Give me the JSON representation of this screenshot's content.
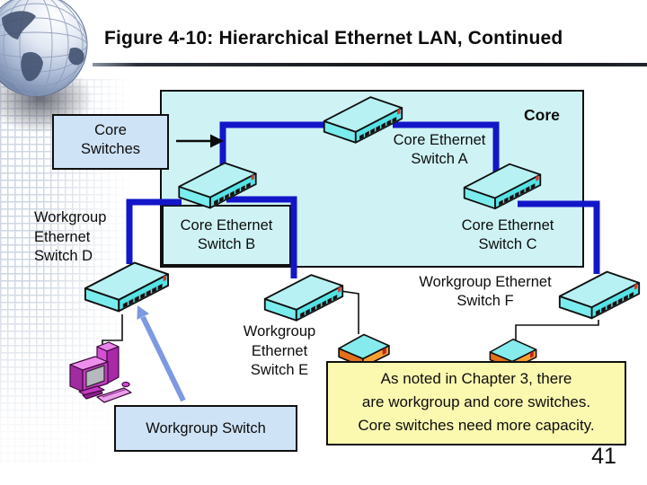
{
  "slide": {
    "title": "Figure 4-10: Hierarchical Ethernet LAN, Continued",
    "page_number": "41"
  },
  "diagram": {
    "core_region_label": "Core",
    "core_switches_box": {
      "line1": "Core",
      "line2": "Switches"
    },
    "switch_a_label": {
      "line1": "Core Ethernet",
      "line2": "Switch A"
    },
    "switch_b_label": {
      "line1": "Core Ethernet",
      "line2": "Switch B"
    },
    "switch_c_label": {
      "line1": "Core Ethernet",
      "line2": "Switch C"
    },
    "switch_d_label": {
      "line1": "Workgroup",
      "line2": "Ethernet",
      "line3": "Switch D"
    },
    "switch_e_label": {
      "line1": "Workgroup",
      "line2": "Ethernet",
      "line3": "Switch E"
    },
    "switch_f_label": {
      "line1": "Workgroup Ethernet",
      "line2": "Switch F"
    },
    "workgroup_switch_box_label": "Workgroup Switch",
    "note": {
      "line1": "As noted in Chapter 3, there",
      "line2": "are workgroup and core switches.",
      "line3": "Core switches need more capacity."
    }
  },
  "icons": [
    "globe-icon",
    "switch-a-icon",
    "switch-b-icon",
    "switch-c-icon",
    "switch-d-icon",
    "switch-e-icon",
    "switch-f-icon",
    "computer-icon",
    "desktop-device-1-icon",
    "desktop-device-2-icon",
    "right-arrow-icon",
    "up-left-arrow-icon"
  ],
  "colors": {
    "core_panel_fill": "#cff3f5",
    "callout_box_fill": "#cfe3f6",
    "note_fill": "#fbf8b0",
    "link_blue": "#1316c8",
    "pointer_arrow_blue": "#7d99e2",
    "switch_cyan_top": "#b7f1f3",
    "switch_cyan_front": "#55e3e6",
    "device_orange": "#f79f35",
    "computer_magenta": "#c93fc9"
  }
}
